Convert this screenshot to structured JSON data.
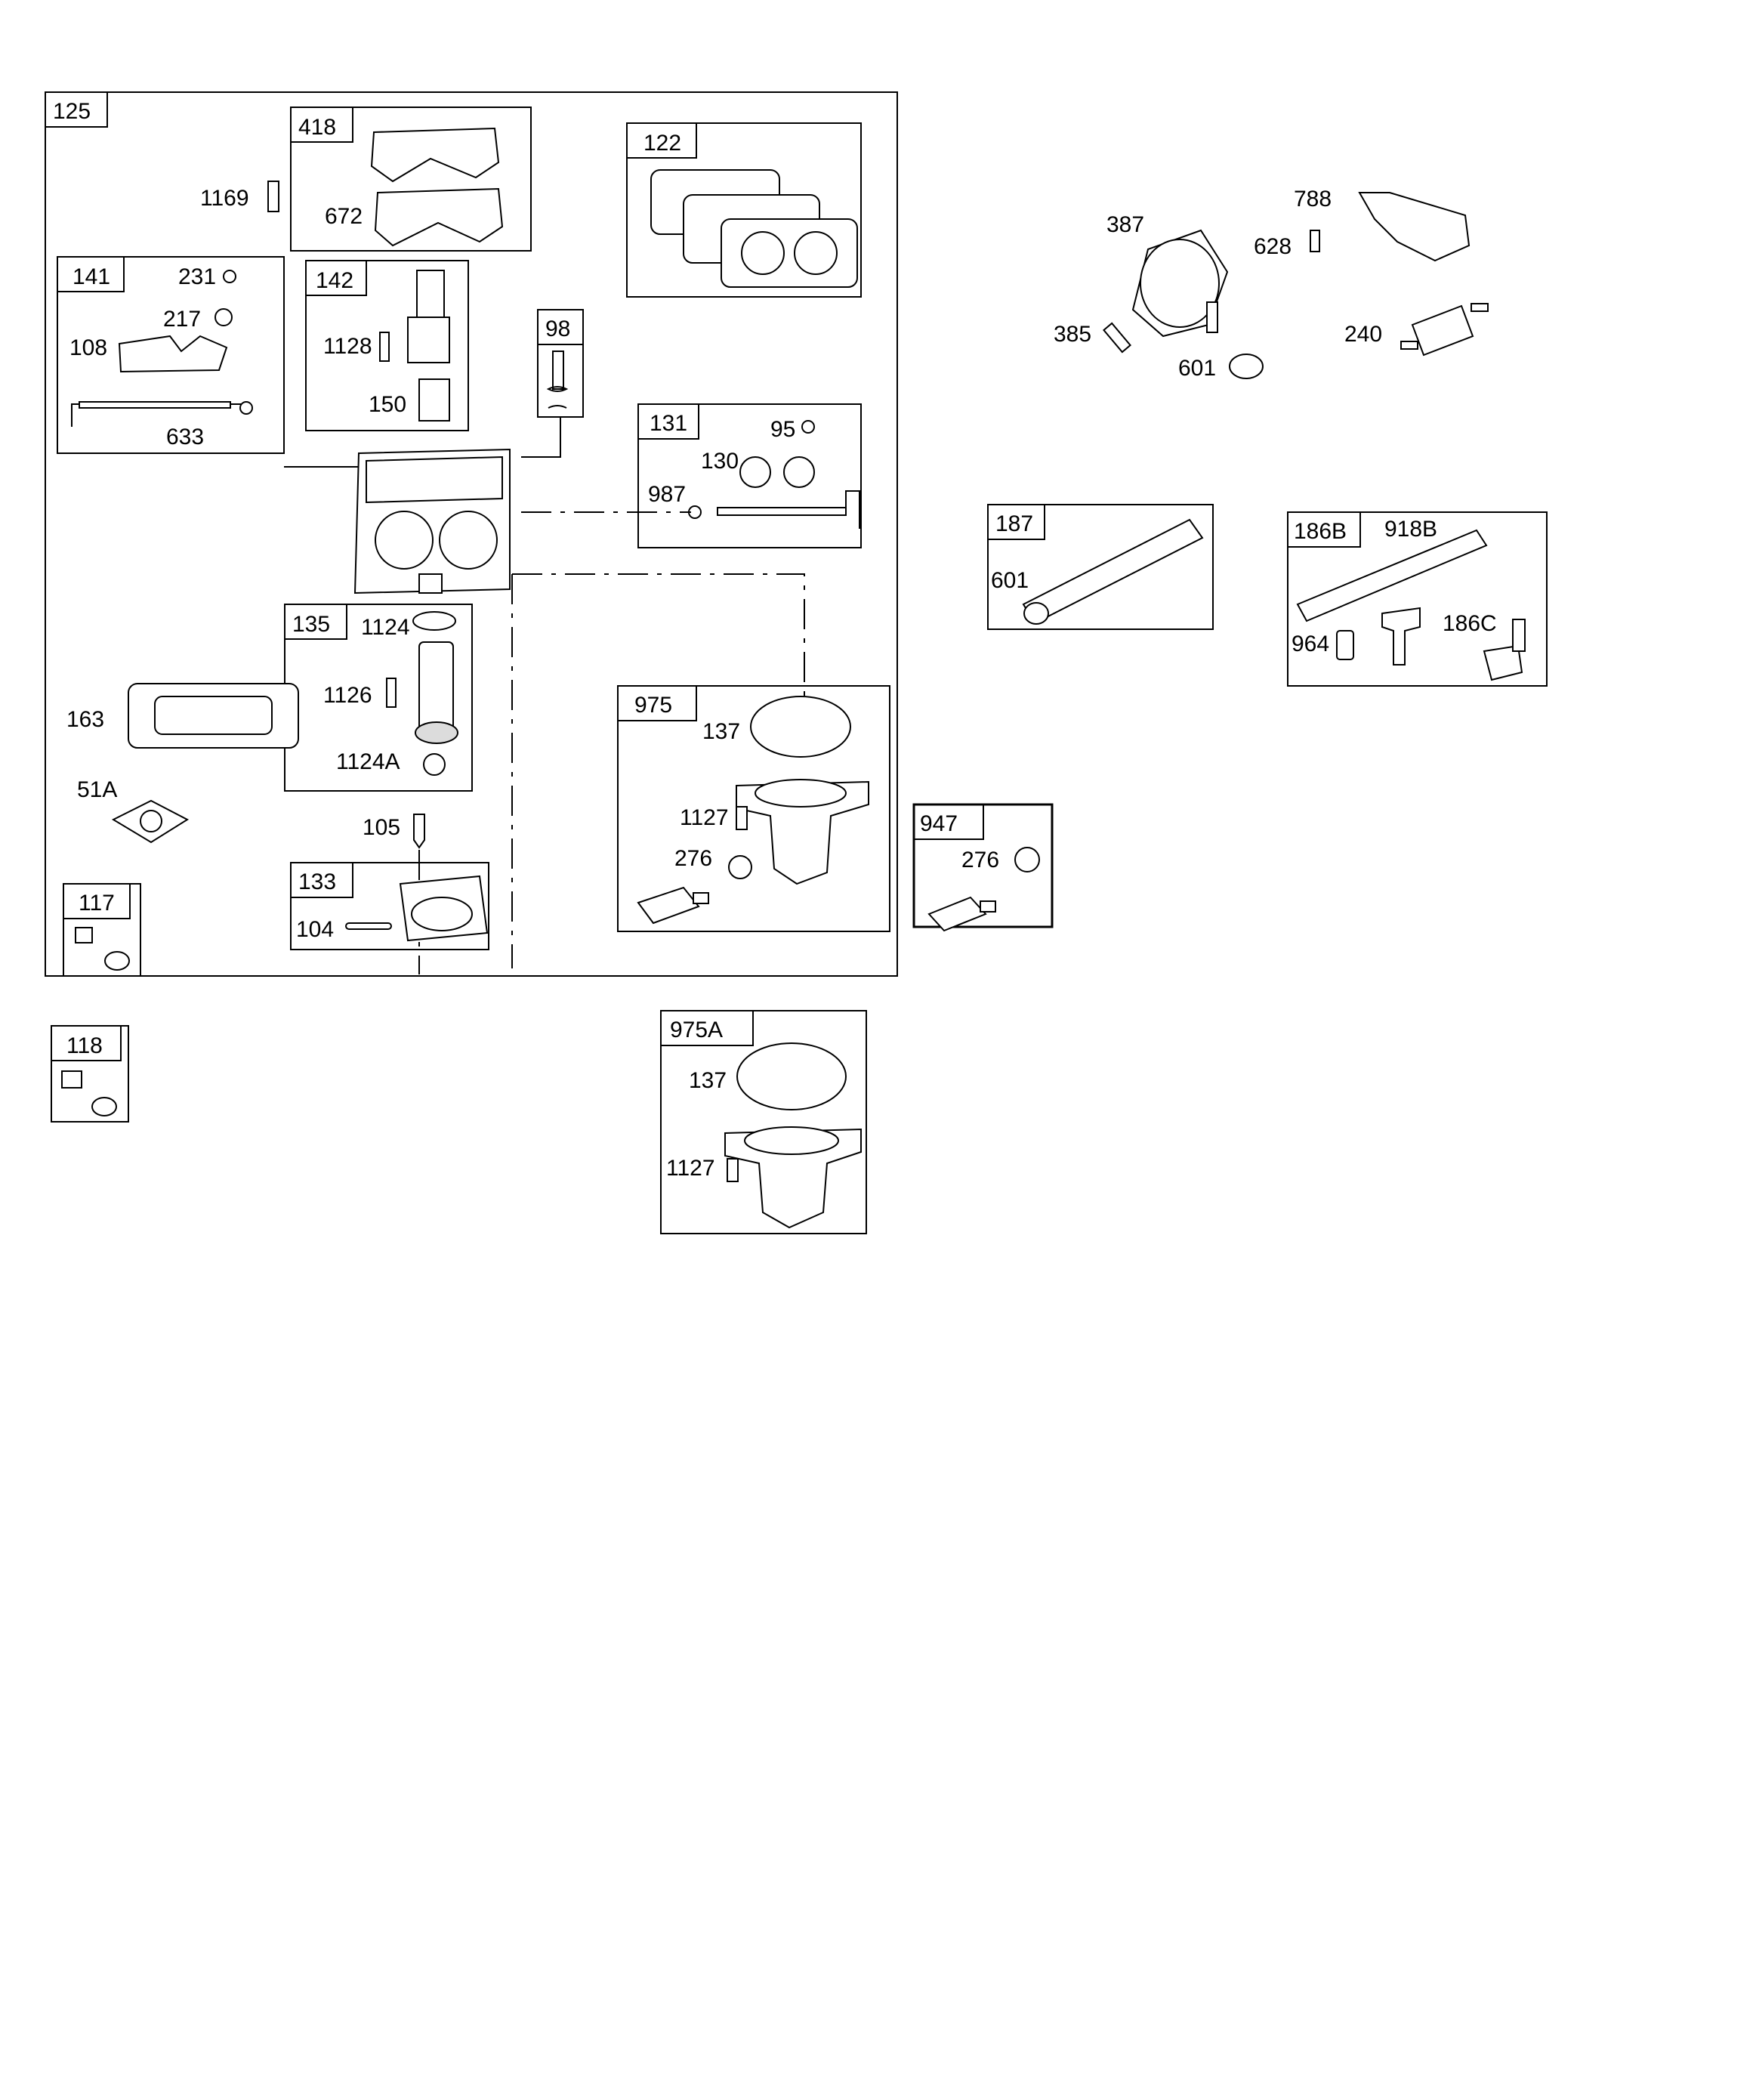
{
  "diagram": {
    "kits": [
      "125",
      "418",
      "122",
      "141",
      "142",
      "98",
      "131",
      "135",
      "133",
      "975",
      "947",
      "117",
      "118",
      "975A",
      "187",
      "186B"
    ],
    "parts": [
      "1169",
      "672",
      "231",
      "217",
      "108",
      "633",
      "1128",
      "150",
      "95",
      "130",
      "987",
      "1124",
      "1126",
      "1124A",
      "105",
      "104",
      "163",
      "51A",
      "137",
      "1127",
      "276",
      "276",
      "137",
      "1127",
      "387",
      "788",
      "628",
      "385",
      "601",
      "240",
      "601",
      "918B",
      "964",
      "186C"
    ]
  }
}
